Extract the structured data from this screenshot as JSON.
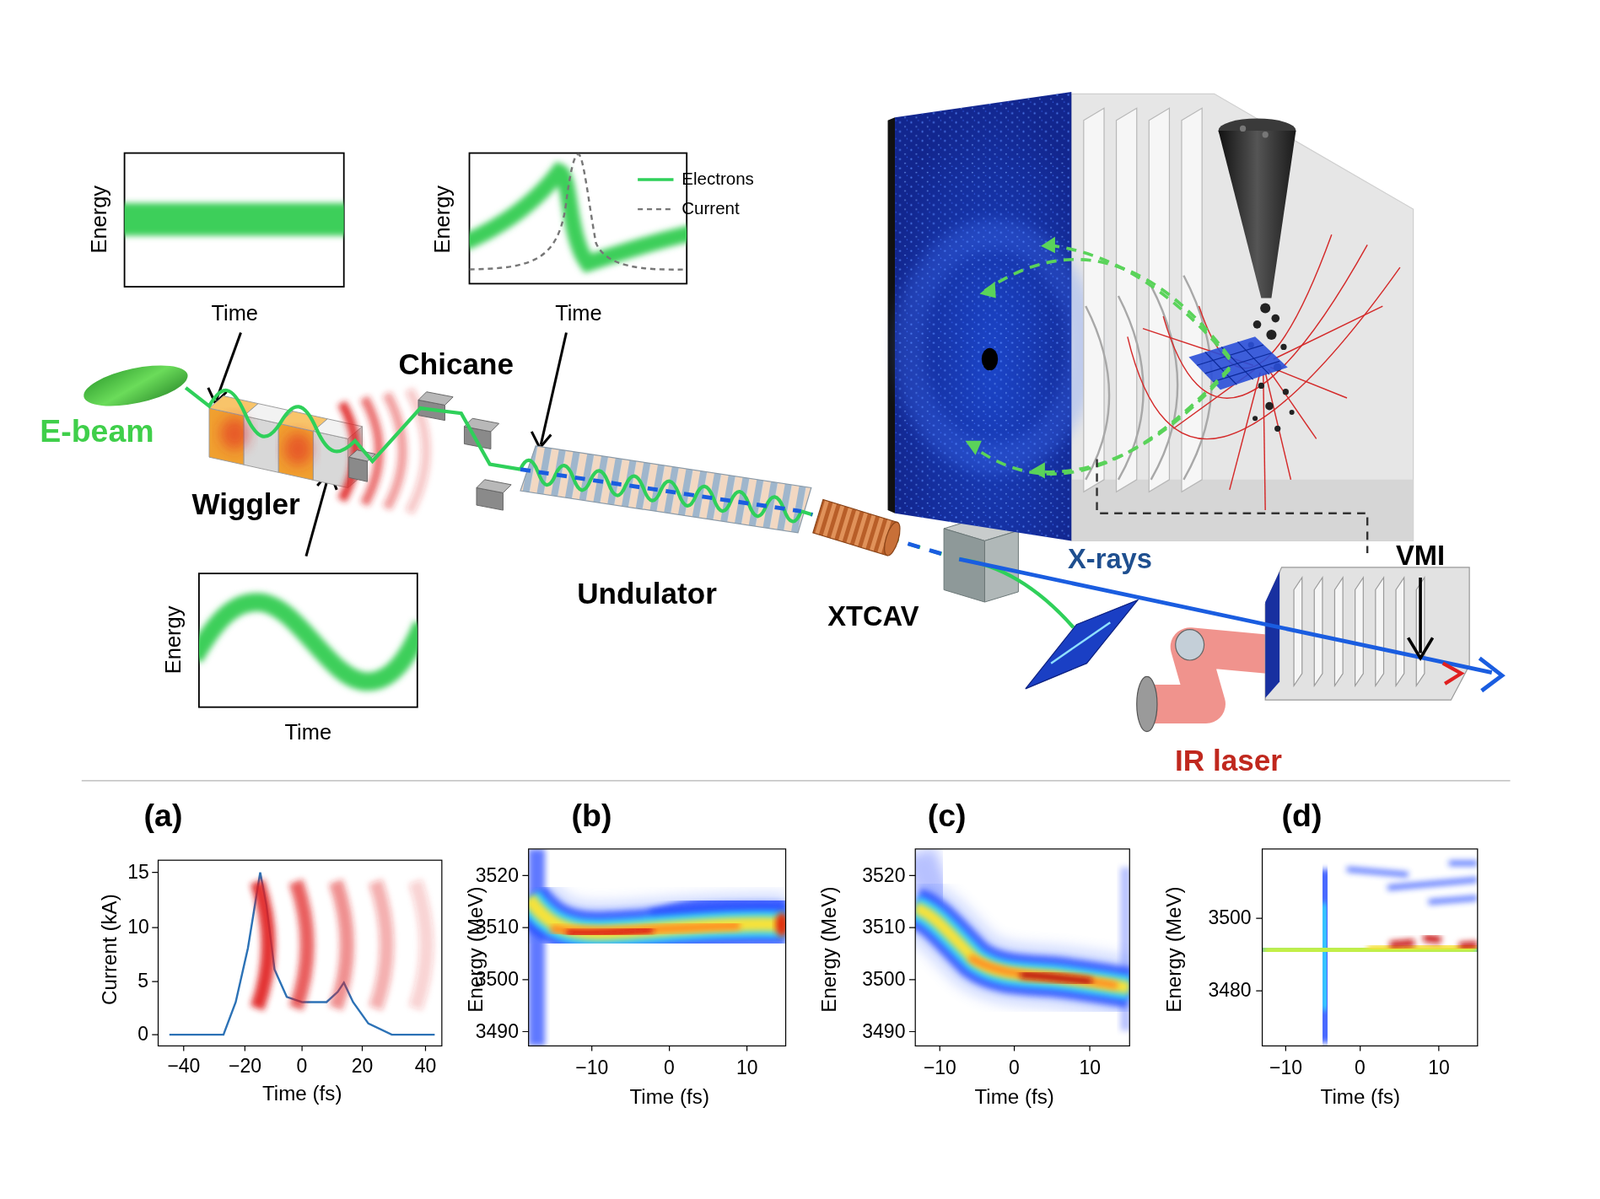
{
  "diagram": {
    "labels": [
      "Energy",
      "Time",
      "Energy",
      "Time",
      "Chicane",
      "E-beam",
      "Wiggler",
      "Undulator",
      "X-rays",
      "VMI",
      "XTCAV",
      "Energy",
      "Time",
      "IR laser",
      "(a)",
      "(b)",
      "(c)",
      "(d)",
      "15",
      "10",
      "5",
      "0",
      "−40",
      "−20",
      "0",
      "20",
      "40",
      "Time (fs)",
      "Current (kA)",
      "3520",
      "3510",
      "3500",
      "3490",
      "−10",
      "0",
      "10",
      "Time (fs)",
      "Energy (MeV)",
      "3520",
      "3510",
      "3500",
      "3490",
      "−10",
      "0",
      "10",
      "Time (fs)",
      "Energy (MeV)",
      "3500",
      "3480",
      "−10",
      "0",
      "10",
      "Time (fs)",
      "Energy (MeV)"
    ],
    "legend": [
      {
        "text": "Electrons"
      },
      {
        "text": "Current"
      }
    ]
  }
}
